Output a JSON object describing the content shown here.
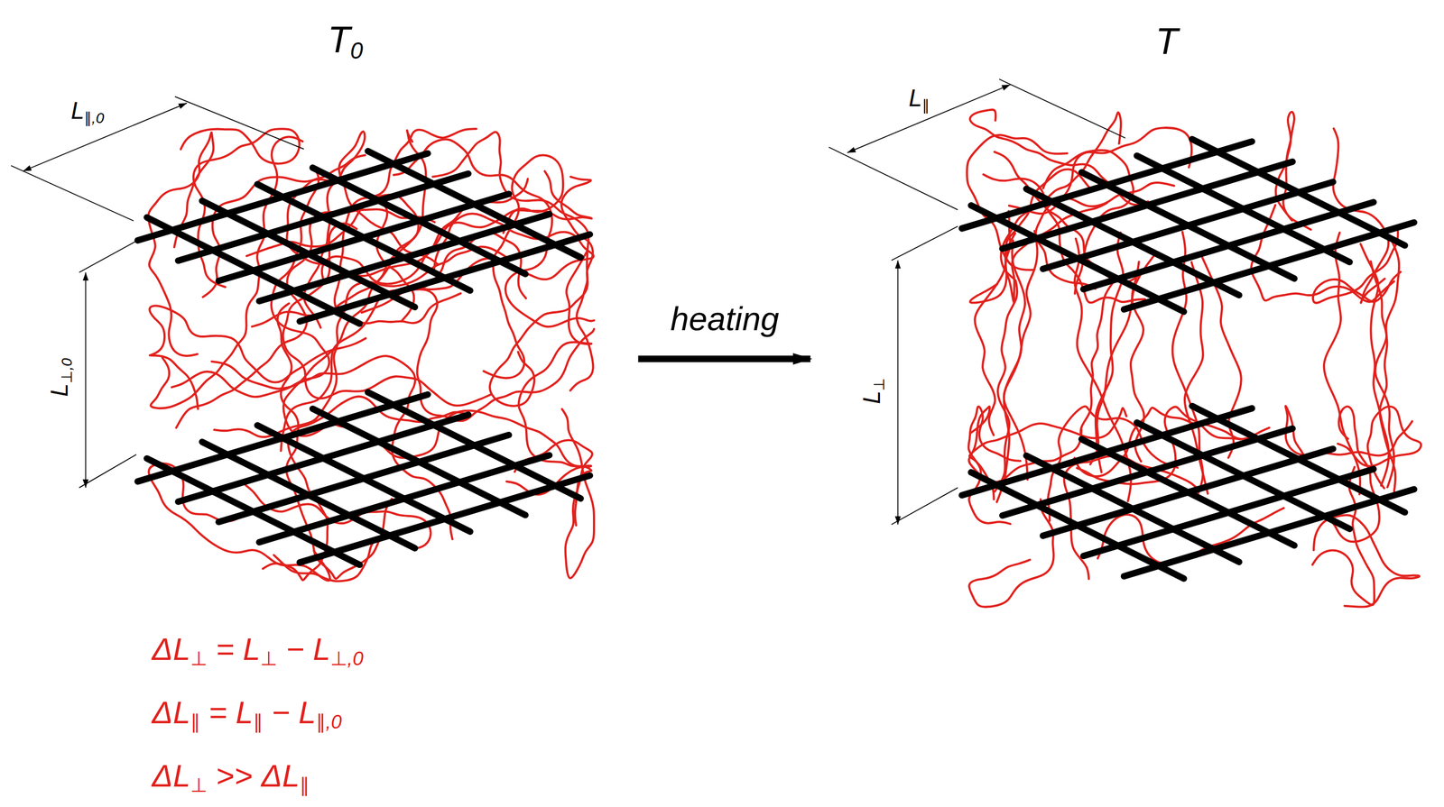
{
  "diagram": {
    "labels": [
      "T0",
      "T",
      "L∥,0",
      "L⊥,0",
      "heating",
      "L∥",
      "L⊥",
      "ΔL⊥ = L⊥ − L⊥,0",
      "ΔL∥ = L∥ − L∥,0",
      "ΔL⊥ >> ΔL∥"
    ]
  }
}
